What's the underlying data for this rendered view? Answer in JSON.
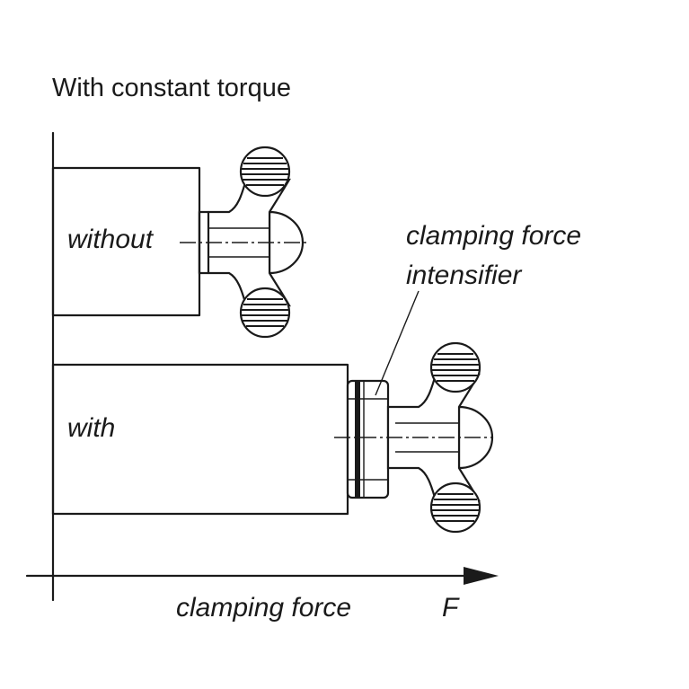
{
  "title": "With constant torque",
  "label_without": "without",
  "label_with": "with",
  "label_intensifier_line1": "clamping force",
  "label_intensifier_line2": "intensifier",
  "axis_label": "clamping force",
  "axis_symbol": "F"
}
